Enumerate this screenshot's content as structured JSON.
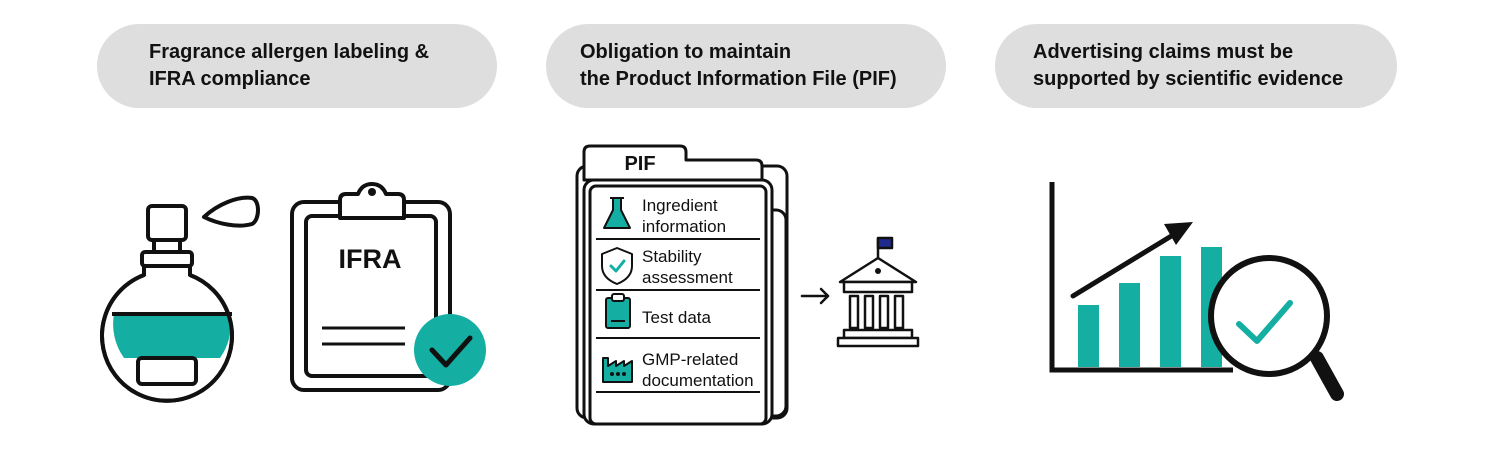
{
  "columns": [
    {
      "heading": "Fragrance allergen labeling &\nIFRA compliance",
      "clipboard_label": "IFRA"
    },
    {
      "heading": "Obligation to maintain\nthe Product Information File (PIF)",
      "folder_tab_label": "PIF",
      "pif_items": [
        {
          "label": "Ingredient\ninformation",
          "icon": "flask-icon"
        },
        {
          "label": "Stability\nassessment",
          "icon": "shield-check-icon"
        },
        {
          "label": "Test data",
          "icon": "clipboard-icon"
        },
        {
          "label": "GMP-related\ndocumentation",
          "icon": "factory-icon"
        }
      ]
    },
    {
      "heading": "Advertising claims must be\nsupported by scientific evidence"
    }
  ],
  "colors": {
    "accent": "#14aea3",
    "pill_background": "#dedede",
    "ink": "#111111",
    "flag": "#1f2a8c"
  }
}
